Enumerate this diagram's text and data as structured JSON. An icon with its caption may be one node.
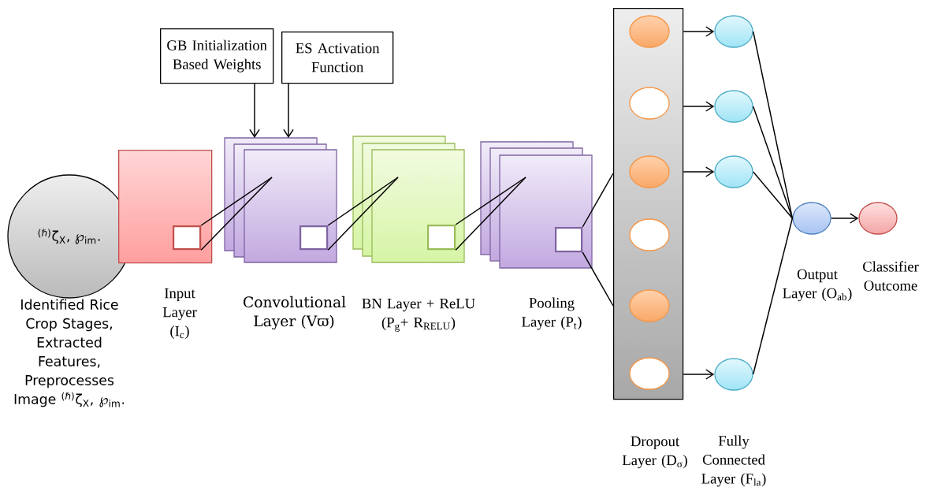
{
  "diagram": {
    "nodes": [
      {
        "text": [
          "$^{(ℏ)}$ζ$_{X}$, ℘$_{im}$."
        ],
        "beside": [
          "Identified Rice Crop Stages, Extracted Features, Preprocesses Image $^{(ℏ)}$ζ$_{X}$, ℘$_{im}$."
        ]
      },
      {
        "text": [],
        "shape": "box",
        "beside": [
          "Input Layer (I$_{c}$)"
        ]
      },
      {
        "text": [],
        "shape": "box",
        "in": 1
      },
      {
        "text": [],
        "shape": "box",
        "beside": [
          "Convolutional Layer (Vϖ)"
        ]
      },
      {
        "text": [],
        "shape": "box",
        "in": 3
      },
      {
        "text": [],
        "shape": "box",
        "beside": [
          "BN Layer + ReLU (P$_{g}$+ R$_{RELU}$)"
        ]
      },
      {
        "text": [],
        "shape": "box",
        "in": 5
      },
      {
        "text": [],
        "shape": "box",
        "beside": [
          "Pooling Layer (P$_{t}$)"
        ]
      },
      {
        "text": [],
        "shape": "box",
        "in": 7
      },
      {
        "text": [
          "GB Initialization Based Weights"
        ]
      },
      {
        "text": [
          "ES Activation Function"
        ]
      },
      {
        "text": [],
        "shape": "bar",
        "beside": [
          "Dropout Layer (D$_{σ}$)"
        ]
      },
      {
        "text": [],
        "shape": "ellipse",
        "in": 11
      },
      {
        "text": [],
        "shape": "ellipse",
        "in": 11
      },
      {
        "text": [],
        "shape": "ellipse",
        "in": 11
      },
      {
        "text": [],
        "shape": "ellipse",
        "in": 11
      },
      {
        "text": [],
        "shape": "ellipse",
        "in": 11
      },
      {
        "text": [],
        "shape": "ellipse",
        "in": 11
      },
      {
        "text": [],
        "shape": "ellipse"
      },
      {
        "text": [],
        "shape": "ellipse"
      },
      {
        "text": [],
        "shape": "ellipse"
      },
      {
        "text": [],
        "shape": "ellipse",
        "beside": [
          "Fully Connected Layer (F$_{la}$)"
        ]
      },
      {
        "text": [],
        "shape": "ellipse",
        "beside": [
          "Output Layer (O$_{ab}$)"
        ]
      },
      {
        "text": [],
        "shape": "ellipse",
        "beside": [
          "Classifier Outcome"
        ]
      }
    ],
    "edges": [
      {
        "from": 9,
        "to": 3,
        "arrow": "to"
      },
      {
        "from": 10,
        "to": 3,
        "arrow": "to"
      },
      {
        "from": 2,
        "to": 3,
        "arrow": "none"
      },
      {
        "from": 2,
        "to": 3,
        "arrow": "none"
      },
      {
        "from": 4,
        "to": 5,
        "arrow": "none"
      },
      {
        "from": 4,
        "to": 5,
        "arrow": "none"
      },
      {
        "from": 6,
        "to": 7,
        "arrow": "none"
      },
      {
        "from": 6,
        "to": 7,
        "arrow": "none"
      },
      {
        "from": 8,
        "to": 11,
        "arrow": "none"
      },
      {
        "from": 8,
        "to": 11,
        "arrow": "none"
      },
      {
        "from": 11,
        "to": 18,
        "arrow": "to"
      },
      {
        "from": 11,
        "to": 19,
        "arrow": "to"
      },
      {
        "from": 11,
        "to": 20,
        "arrow": "to"
      },
      {
        "from": 11,
        "to": 21,
        "arrow": "to"
      },
      {
        "from": 18,
        "to": 22,
        "arrow": "none"
      },
      {
        "from": 19,
        "to": 22,
        "arrow": "none"
      },
      {
        "from": 20,
        "to": 22,
        "arrow": "none"
      },
      {
        "from": 21,
        "to": 22,
        "arrow": "none"
      },
      {
        "from": 22,
        "to": 23,
        "arrow": "to"
      }
    ]
  }
}
